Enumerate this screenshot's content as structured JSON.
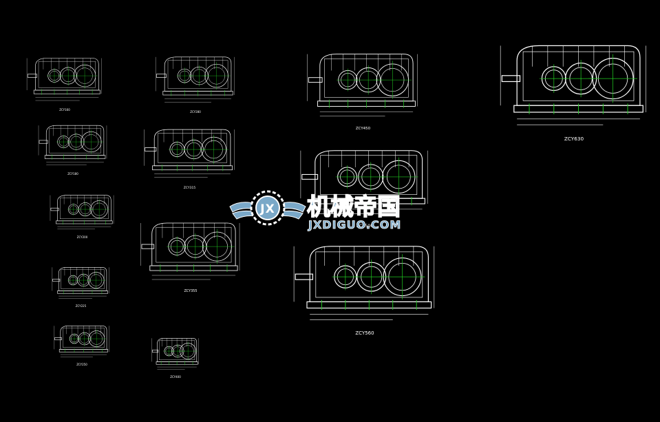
{
  "colors": {
    "background": "#000000",
    "outline": "#ffffff",
    "centerline": "#22cc22",
    "watermark_fill": "#7aa8c8",
    "watermark_stroke": "#ffffff"
  },
  "drawings": [
    {
      "label": "ZCY160"
    },
    {
      "label": "ZCY180"
    },
    {
      "label": "ZCY200"
    },
    {
      "label": "ZCY225"
    },
    {
      "label": "ZCY250"
    },
    {
      "label": "ZCY280"
    },
    {
      "label": "ZCY315"
    },
    {
      "label": "ZCY355"
    },
    {
      "label": "ZCY400"
    },
    {
      "label": "ZCY450"
    },
    {
      "label": "ZCY500"
    },
    {
      "label": "ZCY560"
    },
    {
      "label": "ZCY630"
    }
  ],
  "watermark": {
    "logo_text": "JX",
    "title": "机械帝国",
    "subtitle": "JXDIGUO.COM",
    "icon": "gear-wings-logo-icon"
  }
}
